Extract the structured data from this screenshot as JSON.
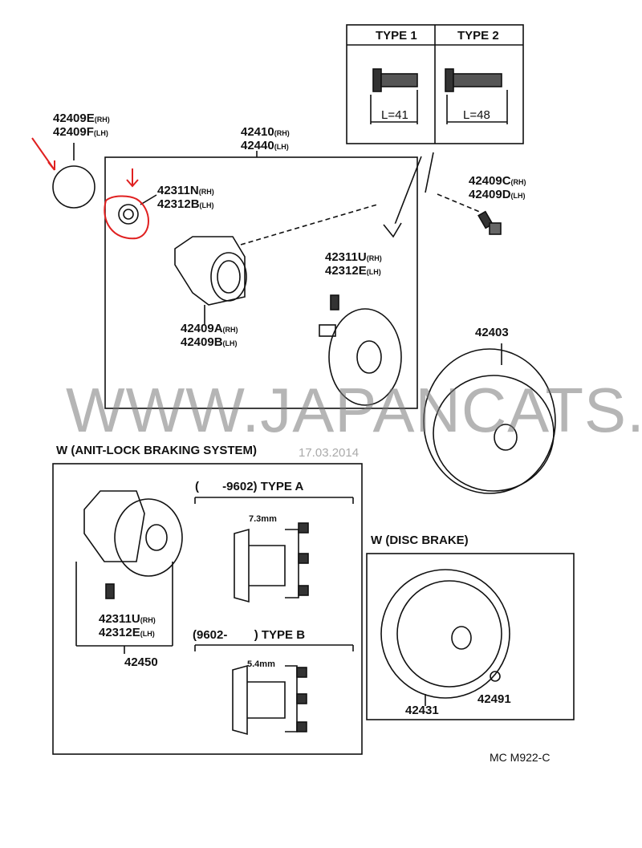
{
  "type_table": {
    "type1": "TYPE 1",
    "type2": "TYPE 2",
    "type1_length": "L=41",
    "type2_length": "L=48"
  },
  "parts": {
    "p42409E": "42409E",
    "p42409F": "42409F",
    "p42410": "42410",
    "p42440": "42440",
    "p42311N": "42311N",
    "p42312B": "42312B",
    "p42409C": "42409C",
    "p42409D": "42409D",
    "p42311U": "42311U",
    "p42312E": "42312E",
    "p42409A": "42409A",
    "p42409B": "42409B",
    "p42403": "42403",
    "p42450": "42450",
    "p42431": "42431",
    "p42491": "42491"
  },
  "side": {
    "rh": "(RH)",
    "lh": "(LH)"
  },
  "sections": {
    "abs": "W (ANIT-LOCK BRAKING SYSTEM)",
    "type_a": "(       -9602) TYPE A",
    "type_b": "(9602-        ) TYPE B",
    "disc": "W (DISC BRAKE)"
  },
  "dims": {
    "a": "7.3mm",
    "b": "5.4mm"
  },
  "watermark": "WWW.JAPANCATS.RU",
  "date": "17.03.2014",
  "code": "MC M922-C",
  "colors": {
    "annotation": "#e02020"
  }
}
